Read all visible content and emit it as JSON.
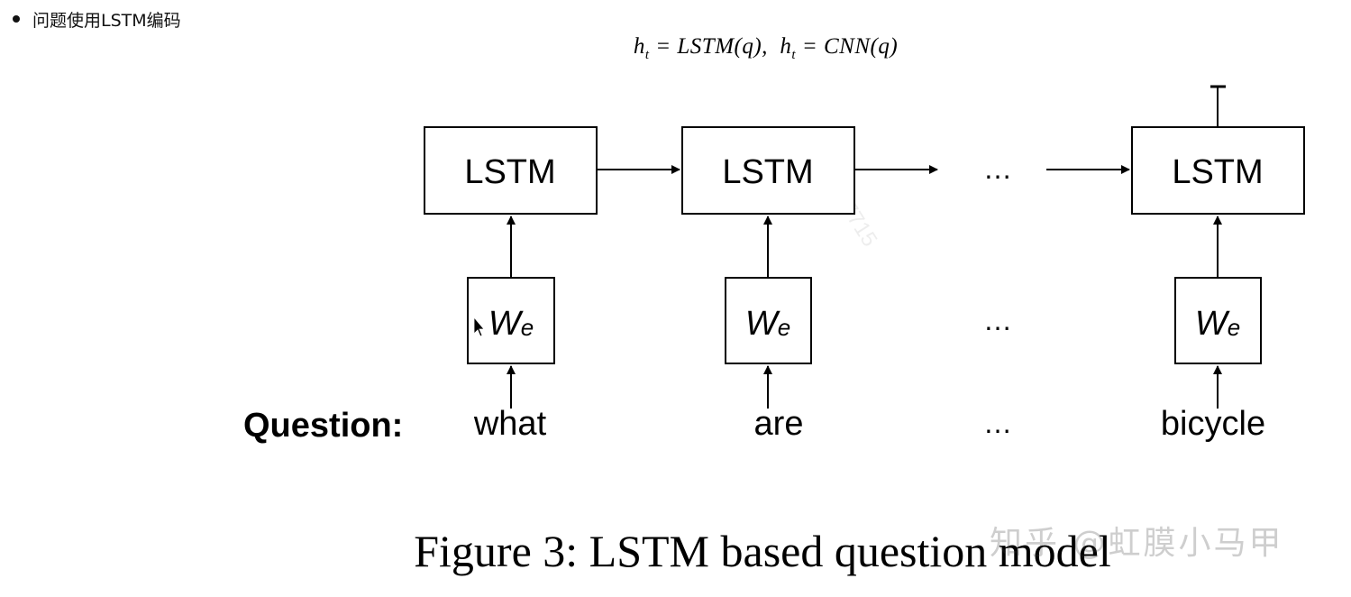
{
  "bullet": {
    "text": "问题使用LSTM编码"
  },
  "formula": {
    "part1_h": "h",
    "part1_sub": "t",
    "part1_rhs": "= LSTM(q),",
    "part2_h": "h",
    "part2_sub": "t",
    "part2_rhs": "= CNN(q)"
  },
  "diagram": {
    "lstm_label": "LSTM",
    "embed_label_main": "W",
    "embed_label_sub": "e",
    "ellipsis": "…",
    "question_label": "Question:",
    "words": [
      "what",
      "are",
      "bicycle"
    ]
  },
  "caption": {
    "text": "Figure 3: LSTM based question model"
  },
  "watermark": {
    "text": "知乎 @虹膜小马甲"
  },
  "diagonal_watermark": {
    "text": "1388847715"
  }
}
